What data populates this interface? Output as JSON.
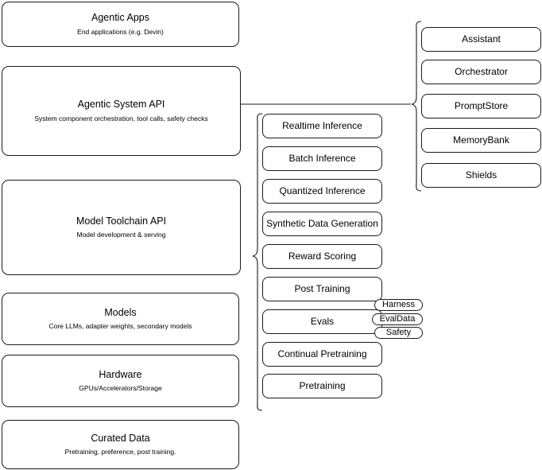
{
  "diagram": {
    "title": "Agentic stack layered architecture",
    "background_color": "#ffffff",
    "stroke_color": "#1a1a1a"
  },
  "layers": [
    {
      "id": "agentic-apps",
      "title": "Agentic Apps",
      "subtitle": "End applications (e.g. Devin)"
    },
    {
      "id": "agentic-system-api",
      "title": "Agentic System API",
      "subtitle": "System component orchestration, tool calls, safety checks"
    },
    {
      "id": "model-toolchain-api",
      "title": "Model Toolchain API",
      "subtitle": "Model development & serving"
    },
    {
      "id": "models",
      "title": "Models",
      "subtitle": "Core LLMs, adapter weights, secondary models"
    },
    {
      "id": "hardware",
      "title": "Hardware",
      "subtitle": "GPUs/Accelerators/Storage"
    },
    {
      "id": "curated-data",
      "title": "Curated Data",
      "subtitle": "Pretraining, preference, post training."
    }
  ],
  "toolchain_components": [
    {
      "id": "realtime-inference",
      "title": "Realtime Inference"
    },
    {
      "id": "batch-inference",
      "title": "Batch Inference"
    },
    {
      "id": "quantized-inference",
      "title": "Quantized Inference"
    },
    {
      "id": "synthetic-data-generation",
      "title": "Synthetic Data Generation"
    },
    {
      "id": "reward-scoring",
      "title": "Reward Scoring"
    },
    {
      "id": "post-training",
      "title": "Post Training"
    },
    {
      "id": "evals",
      "title": "Evals"
    },
    {
      "id": "continual-pretraining",
      "title": "Continual Pretraining"
    },
    {
      "id": "pretraining",
      "title": "Pretraining"
    }
  ],
  "evals_tags": [
    {
      "id": "harness",
      "title": "Harness"
    },
    {
      "id": "evaldata",
      "title": "EvalData"
    },
    {
      "id": "safety",
      "title": "Safety"
    }
  ],
  "system_components": [
    {
      "id": "assistant",
      "title": "Assistant"
    },
    {
      "id": "orchestrator",
      "title": "Orchestrator"
    },
    {
      "id": "promptstore",
      "title": "PromptStore"
    },
    {
      "id": "memorybank",
      "title": "MemoryBank"
    },
    {
      "id": "shields",
      "title": "Shields"
    }
  ]
}
